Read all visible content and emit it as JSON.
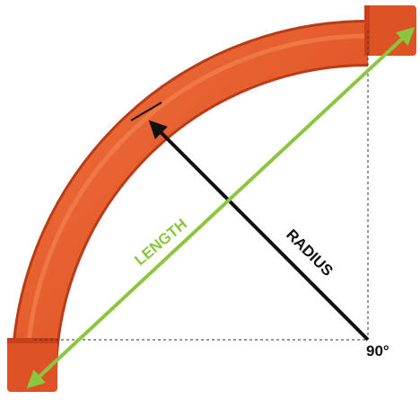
{
  "diagram": {
    "labels": {
      "length": "LENGTH",
      "radius": "RADIUS",
      "angle": "90°"
    },
    "colors": {
      "pipe": "#e35a2a",
      "pipe_dark": "#c8431a",
      "pipe_highlight": "#f38a5c",
      "length_arrow": "#8cc63f",
      "radius_arrow": "#111111",
      "guide_lines": "#333333",
      "background": "#ffffff"
    },
    "parts": {
      "pipe": "curved-conduit-elbow",
      "length_indicator": "double-headed-arrow",
      "radius_indicator": "single-headed-arrow",
      "guides": "dashed-construction-lines"
    }
  }
}
